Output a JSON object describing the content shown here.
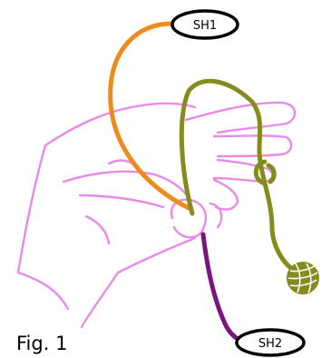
{
  "labels": {
    "sh1": "SH1",
    "sh2": "SH2"
  },
  "caption": "Fig. 1",
  "colors": {
    "hand": "#e88ae8",
    "sh1_strand": "#f08a1c",
    "sh2_strand": "#7a1580",
    "yarn": "#848c1e",
    "label_outline": "#000000"
  }
}
